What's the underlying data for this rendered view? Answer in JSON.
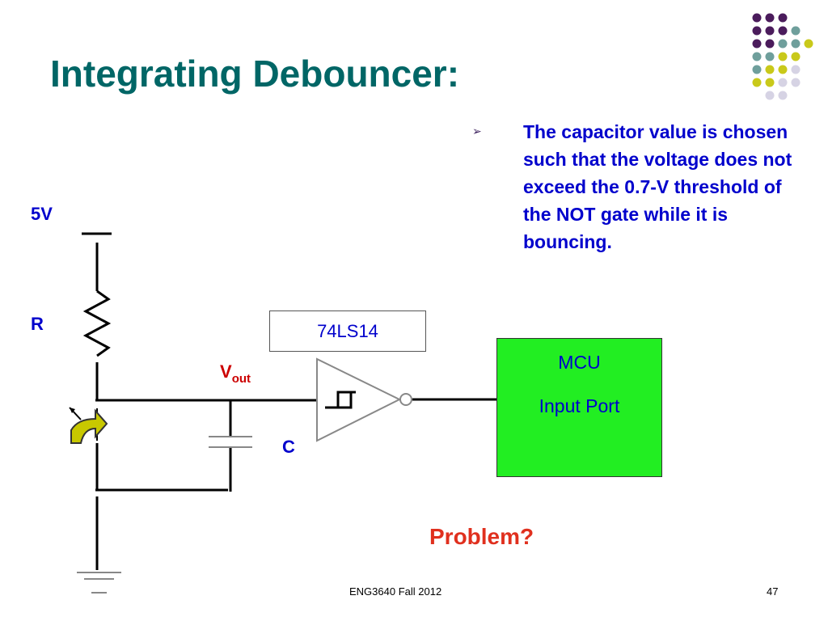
{
  "slide": {
    "title": "Integrating Debouncer:",
    "bullet": "The capacitor value is chosen such that the voltage does not exceed the 0.7-V threshold of the NOT gate while it is bouncing.",
    "bullet_marker": "➢"
  },
  "circuit": {
    "supply_label": "5V",
    "resistor_label": "R",
    "vout_label": "V",
    "vout_subscript": "out",
    "capacitor_label": "C",
    "chip_label": "74LS14",
    "mcu_line1": "MCU",
    "mcu_line2": "Input Port"
  },
  "problem_text": "Problem?",
  "footer": {
    "course": "ENG3640 Fall 2012",
    "page_number": "47"
  },
  "colors": {
    "title": "#006666",
    "text_blue": "#0000cc",
    "problem_red": "#e0301e",
    "mcu_fill": "#22ee22",
    "switch_fill": "#c8c800",
    "dot_purple": "#4b1c5c",
    "dot_teal": "#6f9f9c",
    "dot_yellow": "#c9c91a",
    "dot_lavender": "#d6d3e4"
  }
}
